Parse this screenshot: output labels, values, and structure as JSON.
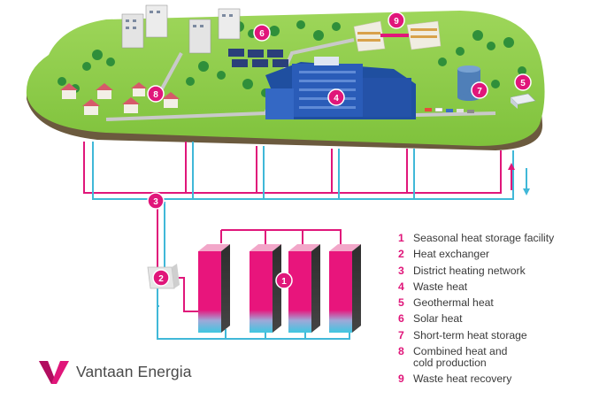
{
  "colors": {
    "accent": "#e0167a",
    "cold_pipe": "#40b8d8",
    "grass": "#8fcf4a",
    "soil": "#6b5a3e"
  },
  "markers": [
    "1",
    "2",
    "3",
    "4",
    "5",
    "6",
    "7",
    "8",
    "9"
  ],
  "legend": [
    {
      "num": "1",
      "text": "Seasonal heat storage facility"
    },
    {
      "num": "2",
      "text": "Heat exchanger"
    },
    {
      "num": "3",
      "text": "District heating network"
    },
    {
      "num": "4",
      "text": "Waste heat"
    },
    {
      "num": "5",
      "text": "Geothermal heat"
    },
    {
      "num": "6",
      "text": "Solar heat"
    },
    {
      "num": "7",
      "text": "Short-term heat storage"
    },
    {
      "num": "8",
      "text": "Combined heat and cold production"
    },
    {
      "num": "9",
      "text": "Waste heat recovery"
    }
  ],
  "brand": {
    "name": "Vantaan Energia",
    "logo_icon": "v-logo-icon"
  }
}
